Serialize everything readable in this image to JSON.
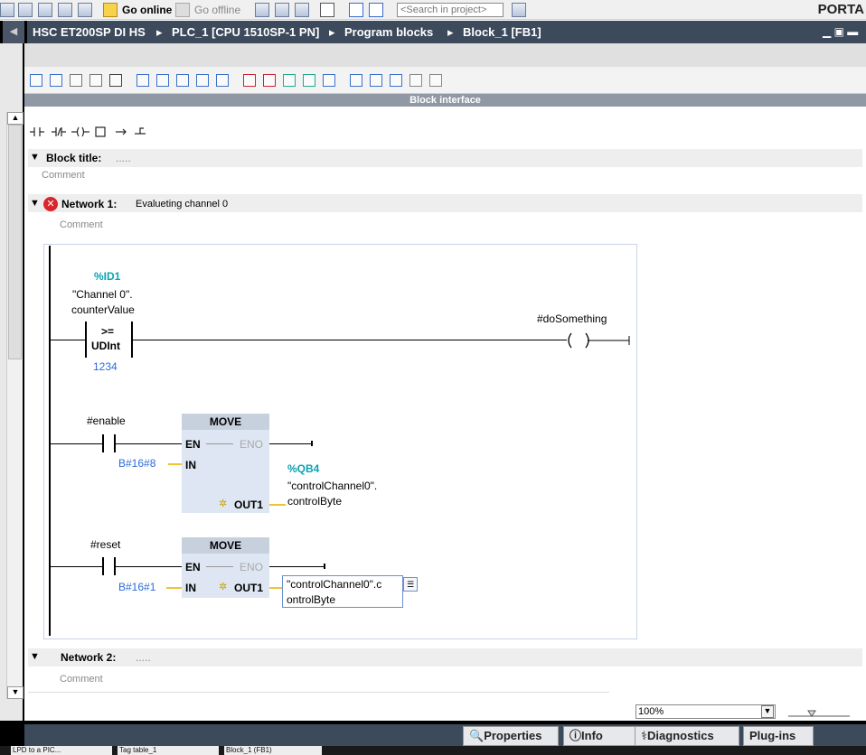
{
  "toolbar": {
    "go_online": "Go online",
    "go_offline": "Go offline",
    "search_placeholder": "<Search in project>",
    "portal": "PORTA"
  },
  "breadcrumb": [
    "HSC ET200SP DI HS",
    "PLC_1 [CPU 1510SP-1 PN]",
    "Program blocks",
    "Block_1 [FB1]"
  ],
  "block_interface": "Block interface",
  "block_title": {
    "label": "Block title:",
    "value": ".....",
    "comment": "Comment"
  },
  "network1": {
    "label": "Network 1:",
    "title": "Evalueting channel 0",
    "comment": "Comment",
    "compare": {
      "address": "%ID1",
      "operand_line1": "\"Channel 0\".",
      "operand_line2": "counterValue",
      "op": ">=",
      "type": "UDInt",
      "value": "1234"
    },
    "coil_operand": "#doSomething",
    "move1": {
      "contact": "#enable",
      "title": "MOVE",
      "en": "EN",
      "eno": "ENO",
      "in_label": "IN",
      "in_value": "B#16#8",
      "out_label": "OUT1",
      "out_address": "%QB4",
      "out_line1": "\"controlChannel0\".",
      "out_line2": "controlByte"
    },
    "move2": {
      "contact": "#reset",
      "title": "MOVE",
      "en": "EN",
      "eno": "ENO",
      "in_label": "IN",
      "in_value": "B#16#1",
      "out_label": "OUT1",
      "edit_line1": "\"controlChannel0\".c",
      "edit_line2": "ontrolByte"
    }
  },
  "network2": {
    "label": "Network 2:",
    "value": ".....",
    "comment": "Comment"
  },
  "zoom": "100%",
  "bottom_tabs": {
    "properties": "Properties",
    "info": "Info",
    "diagnostics": "Diagnostics",
    "plugins": "Plug-ins"
  },
  "taskbar": [
    "LPD to a PIC...",
    "Tag table_1",
    "Block_1 (FB1)"
  ]
}
